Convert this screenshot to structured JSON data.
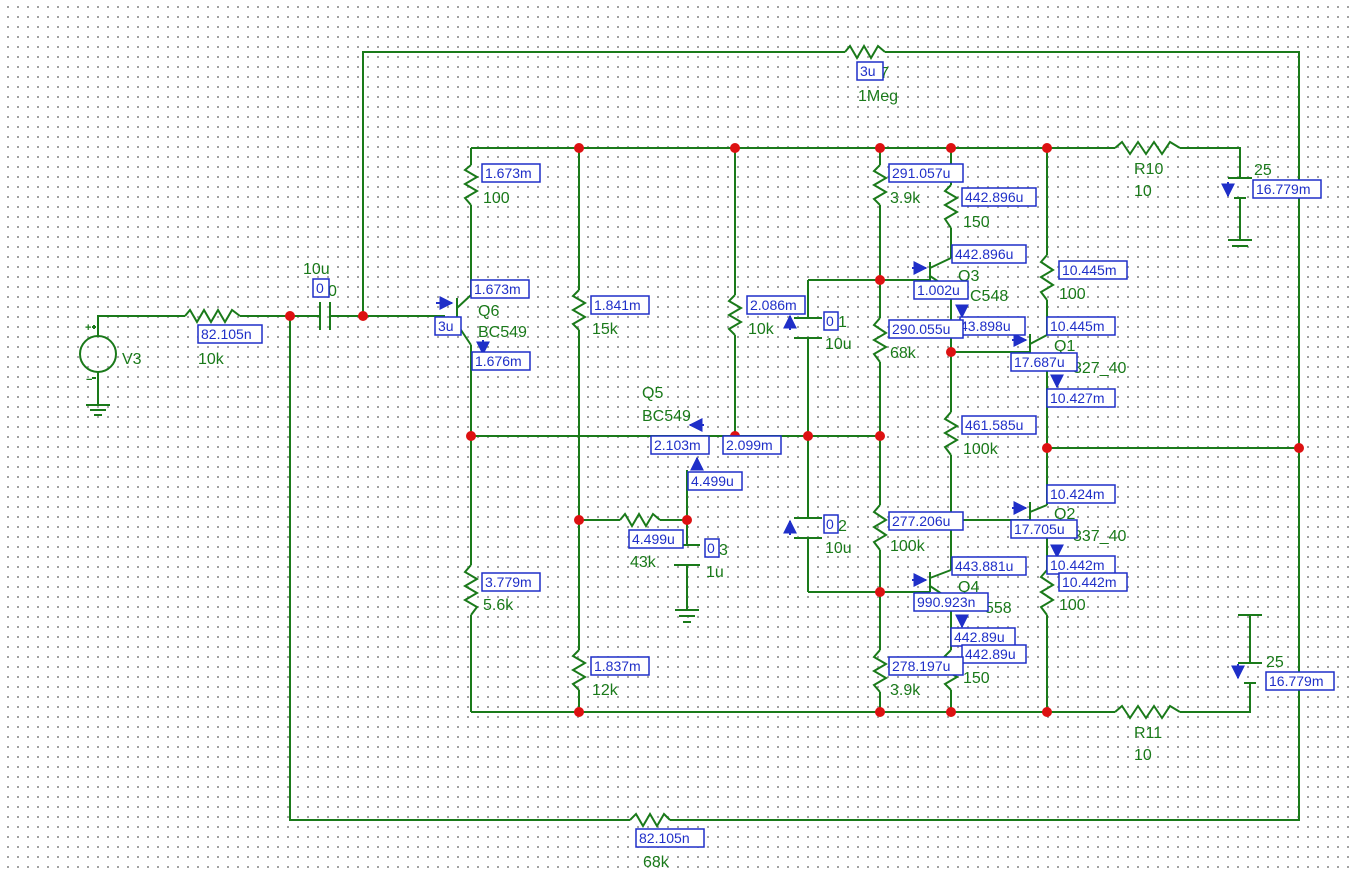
{
  "labels": {
    "v3": "V3",
    "r_in_value": "10k",
    "c4_value": "10u",
    "c4_frag": "0",
    "r_fb_top_ref": "7",
    "r_fb_top_value": "1Meg",
    "q6_name": "Q6",
    "q6_part": "BC549",
    "q5_name": "Q5",
    "q5_part": "BC549",
    "r_q6_coll_value": "100",
    "r_q6_emit_value": "5.6k",
    "r15k_value": "15k",
    "r12k_value": "12k",
    "r10k_value": "10k",
    "r43k_value": "43k",
    "c3_frag": "3",
    "c3_value": "1u",
    "c1_frag": "1",
    "c1_value": "10u",
    "c2_frag": "2",
    "c2_value": "10u",
    "r39k_top_value": "3.9k",
    "r150_top_value": "150",
    "r68k_value": "68k",
    "r100k_mid_value": "100k",
    "r100k_low_value": "100k",
    "r39k_bot_value": "3.9k",
    "r150_bot_value": "150",
    "q3_name": "Q3",
    "q3_part": "C548",
    "q4_name": "Q4",
    "q4_part": "558",
    "q1_name": "Q1",
    "q1_part": "327_40",
    "q2_name": "Q2",
    "q2_part": "337_40",
    "r_q1_emit_value": "100",
    "r_q2_emit_value": "100",
    "r10_name": "R10",
    "r10_value": "10",
    "r11_name": "R11",
    "r11_value": "10",
    "vs_top_value": "25",
    "vs_bot_value": "25",
    "r_fb_bot_value": "68k"
  },
  "probes": {
    "r_in": "82.105n",
    "c4": "0",
    "r_fb_top": "3u",
    "q6_coll_res": "1.673m",
    "q6_coll": "1.673m",
    "q6_base": "3u",
    "q6_emit": "1.676m",
    "r15k": "1.841m",
    "r10k": "2.086m",
    "q5_a": "2.103m",
    "q5_b": "2.099m",
    "q5_c": "4.499u",
    "r43k": "4.499u",
    "c3": "0",
    "c1": "0",
    "c2": "0",
    "r39k_top": "291.057u",
    "r150_top": "442.896u",
    "q3_emit": "442.896u",
    "q3_base": "1.002u",
    "q3_coll": "43.898u",
    "r68k": "290.055u",
    "r100k_mid": "461.585u",
    "r100k_low": "277.206u",
    "q1_res": "10.445m",
    "q1_emit": "10.445m",
    "q1_base": "17.687u",
    "q1_coll": "10.427m",
    "q2_emit": "10.424m",
    "q2_base": "17.705u",
    "q2_coll": "10.442m",
    "q2_res": "10.442m",
    "q4_emit": "443.881u",
    "q4_base": "990.923n",
    "q4_coll": "442.89u",
    "r150_bot": "442.89u",
    "r39k_bot": "278.197u",
    "r6_5k": "3.779m",
    "r12k": "1.837m",
    "vs_top": "16.779m",
    "vs_bot": "16.779m",
    "r_fb_bot": "82.105n"
  },
  "colors": {
    "wire": "#1a7a1a",
    "node": "#dd1111",
    "probe": "#1f2fc8",
    "background": "#ffffff",
    "grid_dot": "#8a8a8a"
  }
}
